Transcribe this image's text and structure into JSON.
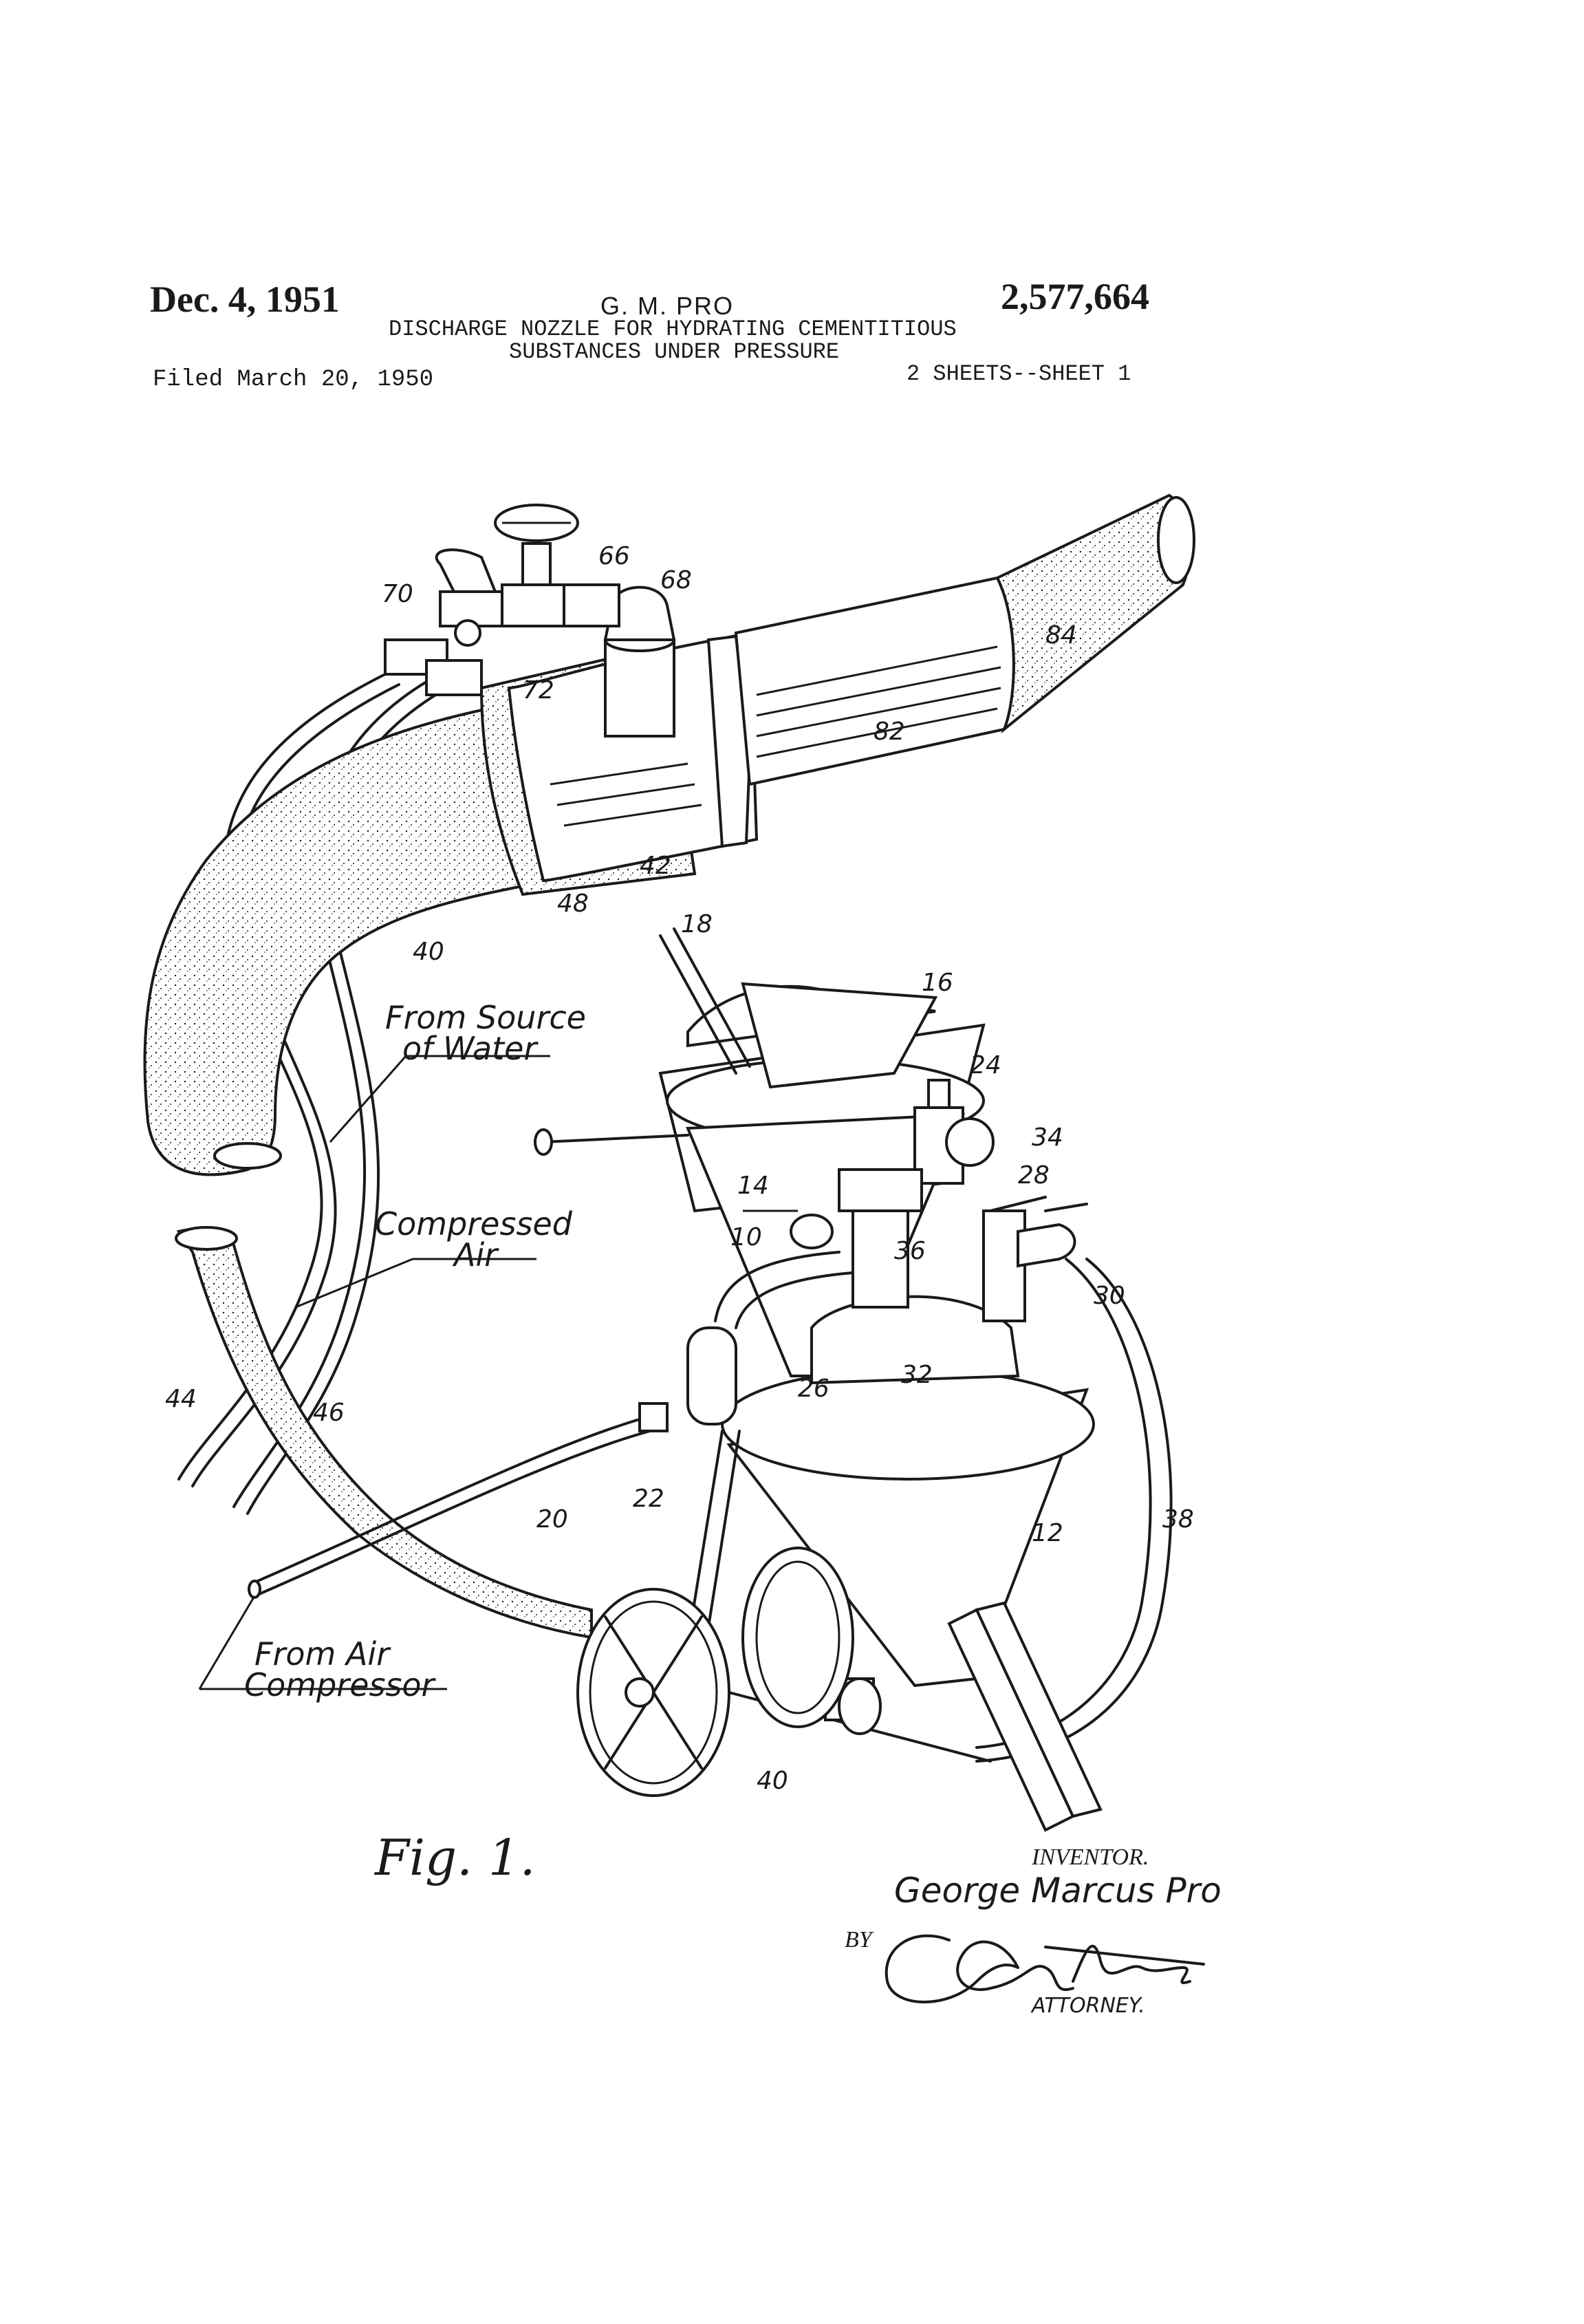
{
  "header": {
    "date": "Dec. 4, 1951",
    "inventor_short": "G. M. PRO",
    "patent_number": "2,577,664",
    "title_line1": "DISCHARGE NOZZLE FOR HYDRATING CEMENTITIOUS",
    "title_line2": "SUBSTANCES UNDER PRESSURE",
    "filed": "Filed March 20, 1950",
    "sheets": "2 SHEETS--SHEET 1"
  },
  "captions": {
    "water_line1": "From Source",
    "water_line2": "of Water",
    "air_line1": "Compressed",
    "air_line2": "Air",
    "compressor_line1": "From Air",
    "compressor_line2": "Compressor"
  },
  "reference_numerals": {
    "n10": "10",
    "n12": "12",
    "n14": "14",
    "n16": "16",
    "n18": "18",
    "n20": "20",
    "n22": "22",
    "n24": "24",
    "n26": "26",
    "n28": "28",
    "n30": "30",
    "n32": "32",
    "n34": "34",
    "n36": "36",
    "n38": "38",
    "n40a": "40",
    "n40b": "40",
    "n42": "42",
    "n44": "44",
    "n46": "46",
    "n48": "48",
    "n66": "66",
    "n68": "68",
    "n70": "70",
    "n72": "72",
    "n82": "82",
    "n84": "84"
  },
  "figure_label": "Fig. 1.",
  "signature_block": {
    "inventor_label": "INVENTOR.",
    "inventor_name": "George Marcus Pro",
    "by_label": "BY",
    "attorney_label": "ATTORNEY."
  }
}
